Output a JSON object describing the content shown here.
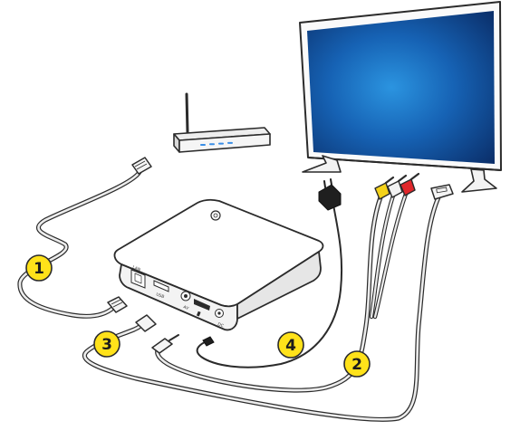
{
  "ports": {
    "lan": "LAN",
    "usb": "USB",
    "av": "AV",
    "dc": "DC"
  },
  "callouts": [
    {
      "label": "1"
    },
    {
      "label": "2"
    },
    {
      "label": "3"
    },
    {
      "label": "4"
    }
  ],
  "colors": {
    "badge": "#ffe21a",
    "tv_screen_center": "#1d7fd0",
    "tv_screen_edge": "#0a2f6b",
    "router_leds": "#3a8ee6",
    "rca_yellow": "#f4d21a",
    "rca_red": "#e0272b",
    "rca_white": "#f2f2f2",
    "cable_outline": "#2b2b2b"
  }
}
